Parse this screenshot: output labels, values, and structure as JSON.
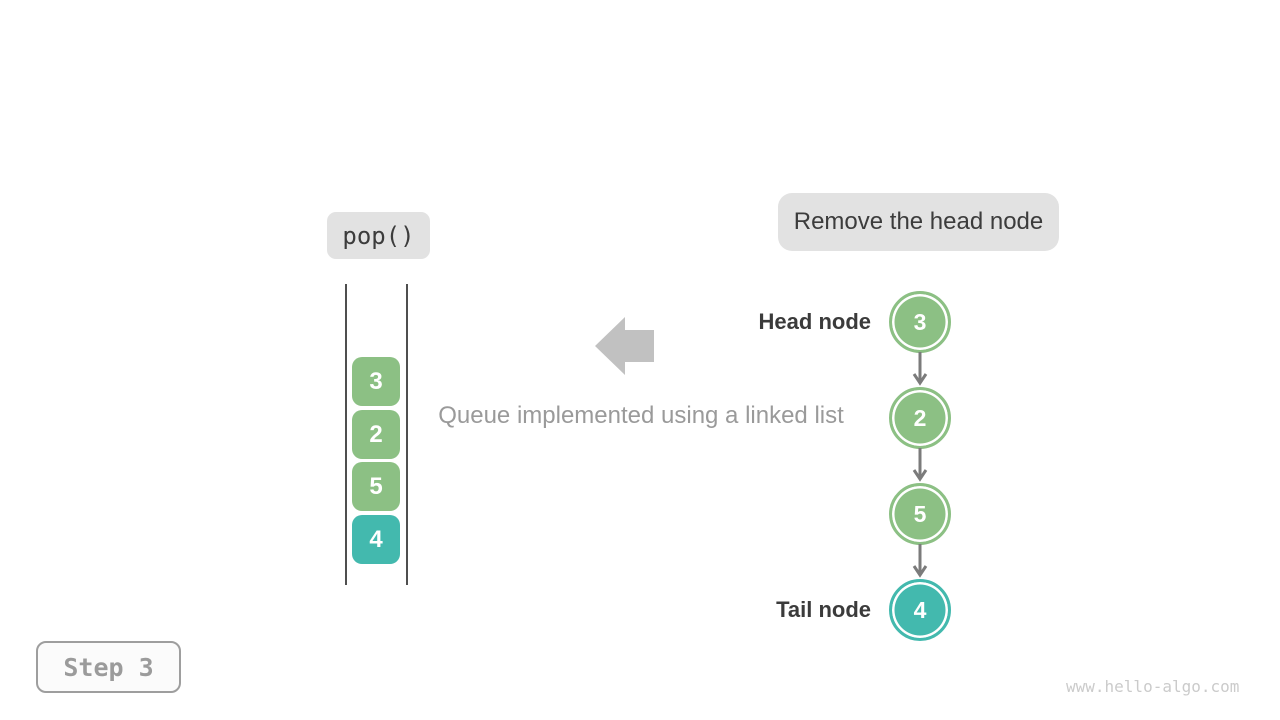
{
  "page": {
    "operation_label": "pop()",
    "action_label": "Remove the head node",
    "caption": "Queue implemented using a linked list",
    "step_label": "Step 3",
    "watermark": "www.hello-algo.com"
  },
  "queue_stack": {
    "items": [
      {
        "value": "3",
        "color": "#8cc084"
      },
      {
        "value": "2",
        "color": "#8cc084"
      },
      {
        "value": "5",
        "color": "#8cc084"
      },
      {
        "value": "4",
        "color": "#43b9ae"
      }
    ]
  },
  "linked_list": {
    "head_label": "Head node",
    "tail_label": "Tail node",
    "nodes": [
      {
        "value": "3",
        "color": "#8cc084",
        "role": "head"
      },
      {
        "value": "2",
        "color": "#8cc084",
        "role": ""
      },
      {
        "value": "5",
        "color": "#8cc084",
        "role": ""
      },
      {
        "value": "4",
        "color": "#43b9ae",
        "role": "tail"
      }
    ]
  },
  "colors": {
    "node_green": "#8cc084",
    "node_teal": "#43b9ae",
    "pill_background": "#e2e2e2",
    "dark_text": "#3c3c3c",
    "caption_gray": "#9a9a9a",
    "big_arrow_gray": "#c1c1c1",
    "link_arrow_gray": "#7b7b7b",
    "watermark_gray": "#cbcbcb"
  }
}
